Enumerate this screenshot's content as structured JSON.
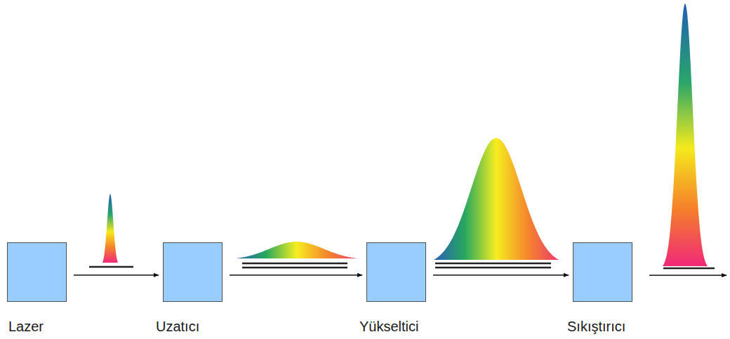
{
  "diagram": {
    "nodes": [
      {
        "text": [
          "Lazer"
        ]
      },
      {
        "text": [
          "Uzatıcı"
        ]
      },
      {
        "text": [
          "Yükseltici"
        ]
      },
      {
        "text": [
          "Sıkıştırıcı"
        ]
      }
    ],
    "edges": [
      {
        "from": 0,
        "to": 1,
        "arrow": "to"
      },
      {
        "from": 1,
        "to": 2,
        "arrow": "to"
      },
      {
        "from": 2,
        "to": 3,
        "arrow": "to"
      }
    ]
  }
}
